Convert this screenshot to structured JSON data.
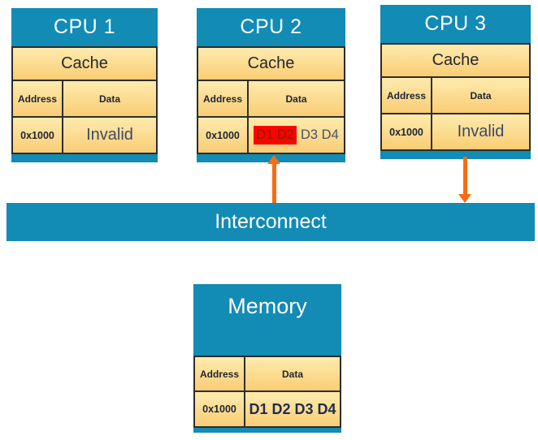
{
  "colors": {
    "blue": "#128BB5",
    "orange": "#F96C11",
    "highlight_red": "#FF0000",
    "cell_gradient_top": "#FEEBAE",
    "cell_gradient_bottom": "#F9CD75",
    "border": "#2D2D2D"
  },
  "cpus": [
    {
      "title": "CPU 1",
      "cache_label": "Cache",
      "address_header": "Address",
      "data_header": "Data",
      "address": "0x1000",
      "data": "Invalid"
    },
    {
      "title": "CPU 2",
      "cache_label": "Cache",
      "address_header": "Address",
      "data_header": "Data",
      "address": "0x1000",
      "data_highlighted": "D1 D2",
      "data_rest": "D3 D4"
    },
    {
      "title": "CPU 3",
      "cache_label": "Cache",
      "address_header": "Address",
      "data_header": "Data",
      "address": "0x1000",
      "data": "Invalid"
    }
  ],
  "interconnect": {
    "label": "Interconnect"
  },
  "memory": {
    "title": "Memory",
    "address_header": "Address",
    "data_header": "Data",
    "address": "0x1000",
    "data": "D1 D2 D3 D4"
  }
}
